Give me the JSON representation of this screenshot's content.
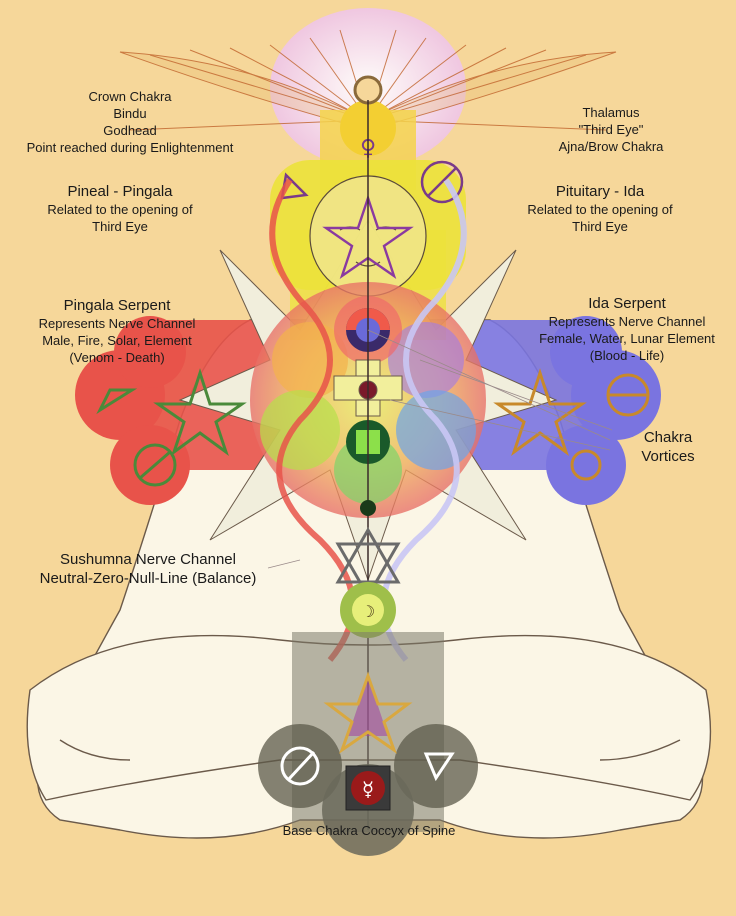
{
  "labels": {
    "crown": {
      "line1": "Crown Chakra",
      "line2": "Bindu",
      "line3": "Godhead",
      "line4": "Point reached during Enlightenment"
    },
    "thalamus": {
      "line1": "Thalamus",
      "line2": "\"Third Eye\"",
      "line3": "Ajna/Brow Chakra"
    },
    "pineal": {
      "title": "Pineal - Pingala",
      "line1": "Related to the opening of",
      "line2": "Third Eye"
    },
    "pituitary": {
      "title": "Pituitary - Ida",
      "line1": "Related to the opening of",
      "line2": "Third Eye"
    },
    "pingala": {
      "title": "Pingala Serpent",
      "line1": "Represents Nerve Channel",
      "line2": "Male, Fire, Solar, Element",
      "line3": "(Venom - Death)"
    },
    "ida": {
      "title": "Ida Serpent",
      "line1": "Represents Nerve Channel",
      "line2": "Female, Water, Lunar Element",
      "line3": "(Blood - Life)"
    },
    "vortices": {
      "line1": "Chakra",
      "line2": "Vortices"
    },
    "sushumna": {
      "line1": "Sushumna Nerve Channel",
      "line2": "Neutral-Zero-Null-Line (Balance)"
    },
    "base": {
      "line1": "Base Chakra Coccyx of Spine"
    }
  },
  "colors": {
    "background": "#f6d79a",
    "body_fill": "#fbf6e6",
    "crown_pink": "#f4d8ea",
    "crown_yellow": "#ece23a",
    "red_serpent": "#e8534a",
    "blue_serpent": "#7a74e0",
    "base_grey": "#7c7a6a",
    "sacral_green": "#9fbf4a"
  },
  "icons": [
    "pentagram-icon",
    "hexagram-icon",
    "crescent-icon",
    "ankh-icon",
    "mercury-icon",
    "wing-icon"
  ]
}
